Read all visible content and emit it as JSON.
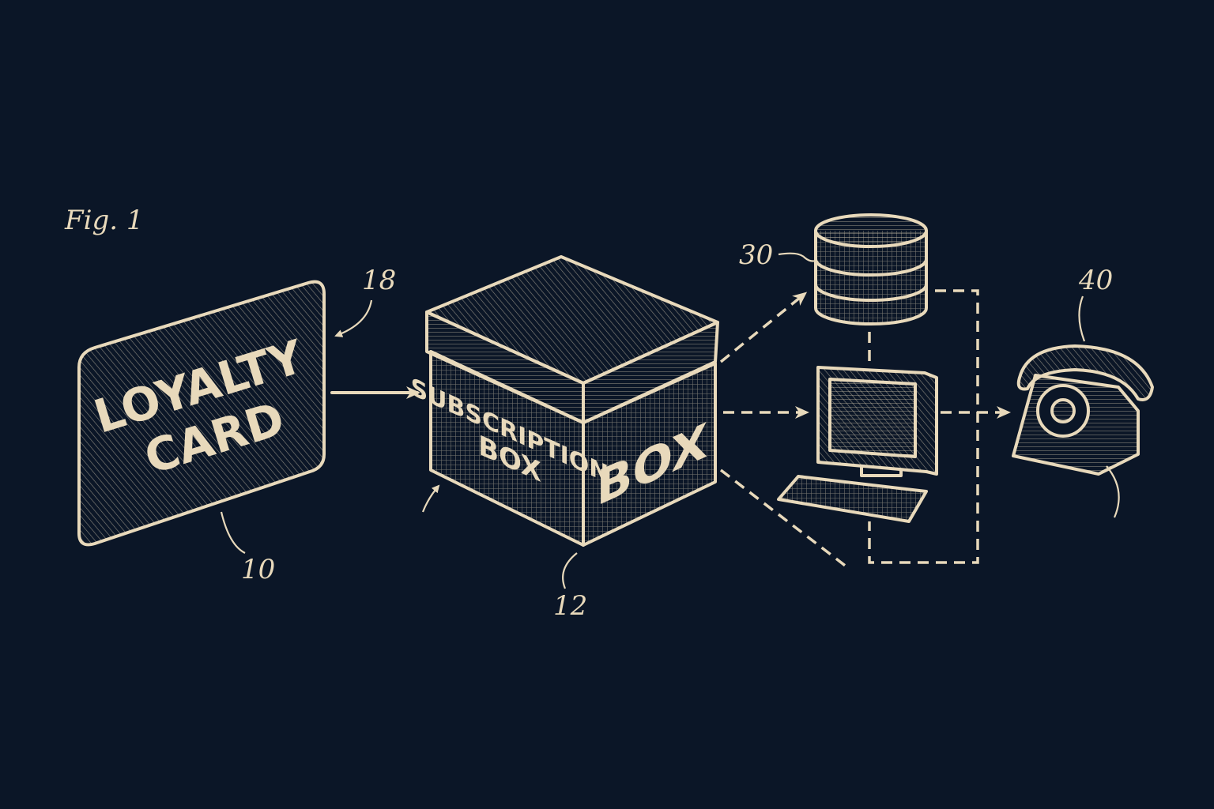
{
  "figure_label": "Fig. 1",
  "colors": {
    "background": "#0b1627",
    "ink": "#e8d9bb"
  },
  "elements": {
    "card": {
      "text_line1": "LOYALTY",
      "text_line2": "CARD",
      "ref": "10"
    },
    "card_arrow_ref": "18",
    "box": {
      "front_line1": "SUBSCRIPTION",
      "front_line2": "BOX",
      "side_text": "BOX",
      "ref": "12"
    },
    "database": {
      "ref": "30",
      "icon": "database-icon"
    },
    "computer": {
      "icon": "computer-icon"
    },
    "telephone": {
      "ref": "40",
      "icon": "rotary-phone-icon"
    }
  }
}
